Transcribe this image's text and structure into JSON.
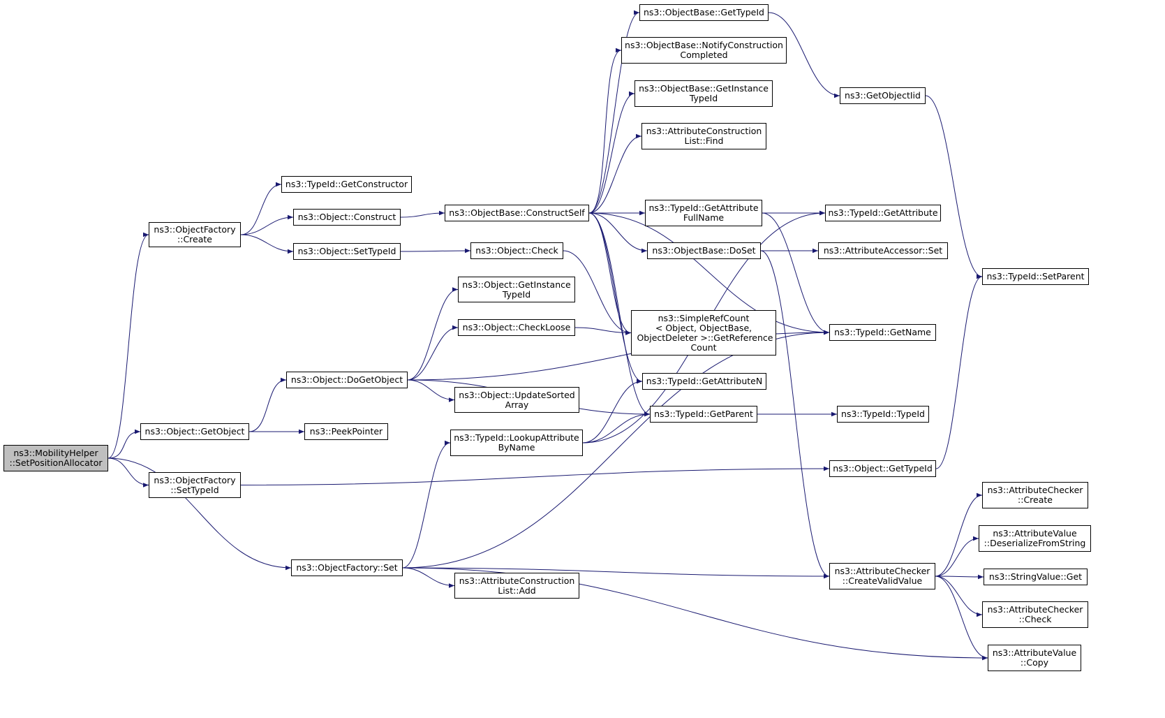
{
  "nodes": {
    "set_position_allocator": "ns3::MobilityHelper\n::SetPositionAllocator",
    "object_factory_create": "ns3::ObjectFactory\n::Create",
    "object_get_object": "ns3::Object::GetObject",
    "object_factory_set_type_id": "ns3::ObjectFactory\n::SetTypeId",
    "object_factory_set": "ns3::ObjectFactory::Set",
    "type_id_get_constructor": "ns3::TypeId::GetConstructor",
    "object_construct": "ns3::Object::Construct",
    "object_set_type_id": "ns3::Object::SetTypeId",
    "object_do_get_object": "ns3::Object::DoGetObject",
    "peek_pointer": "ns3::PeekPointer",
    "object_base_construct_self": "ns3::ObjectBase::ConstructSelf",
    "object_check": "ns3::Object::Check",
    "object_get_instance_type_id": "ns3::Object::GetInstance\nTypeId",
    "object_check_loose": "ns3::Object::CheckLoose",
    "object_update_sorted_array": "ns3::Object::UpdateSorted\nArray",
    "type_id_lookup_attribute_by_name": "ns3::TypeId::LookupAttribute\nByName",
    "attribute_construction_list_add": "ns3::AttributeConstruction\nList::Add",
    "object_base_get_type_id": "ns3::ObjectBase::GetTypeId",
    "object_base_notify_construction_completed": "ns3::ObjectBase::NotifyConstruction\nCompleted",
    "object_base_get_instance_type_id": "ns3::ObjectBase::GetInstance\nTypeId",
    "attribute_construction_list_find": "ns3::AttributeConstruction\nList::Find",
    "type_id_get_attribute_full_name": "ns3::TypeId::GetAttribute\nFullName",
    "object_base_do_set": "ns3::ObjectBase::DoSet",
    "simple_ref_count_get_reference_count": "ns3::SimpleRefCount\n< Object, ObjectBase,\n ObjectDeleter >::GetReference\nCount",
    "type_id_get_attribute_n": "ns3::TypeId::GetAttributeN",
    "type_id_get_parent": "ns3::TypeId::GetParent",
    "get_object_iid": "ns3::GetObjectIid",
    "type_id_get_attribute": "ns3::TypeId::GetAttribute",
    "attribute_accessor_set": "ns3::AttributeAccessor::Set",
    "type_id_get_name": "ns3::TypeId::GetName",
    "type_id_type_id": "ns3::TypeId::TypeId",
    "object_get_type_id": "ns3::Object::GetTypeId",
    "attribute_checker_create_valid_value": "ns3::AttributeChecker\n::CreateValidValue",
    "type_id_set_parent": "ns3::TypeId::SetParent",
    "attribute_checker_create": "ns3::AttributeChecker\n::Create",
    "attribute_value_deserialize_from_string": "ns3::AttributeValue\n::DeserializeFromString",
    "string_value_get": "ns3::StringValue::Get",
    "attribute_checker_check": "ns3::AttributeChecker\n::Check",
    "attribute_value_copy": "ns3::AttributeValue\n::Copy"
  },
  "edges": [
    [
      "set_position_allocator",
      "object_factory_create"
    ],
    [
      "set_position_allocator",
      "object_get_object"
    ],
    [
      "set_position_allocator",
      "object_factory_set_type_id"
    ],
    [
      "set_position_allocator",
      "object_factory_set"
    ],
    [
      "object_factory_create",
      "type_id_get_constructor"
    ],
    [
      "object_factory_create",
      "object_construct"
    ],
    [
      "object_factory_create",
      "object_set_type_id"
    ],
    [
      "object_get_object",
      "object_do_get_object"
    ],
    [
      "object_get_object",
      "peek_pointer"
    ],
    [
      "object_factory_set_type_id",
      "object_get_type_id"
    ],
    [
      "object_factory_set",
      "type_id_lookup_attribute_by_name"
    ],
    [
      "object_factory_set",
      "attribute_construction_list_add"
    ],
    [
      "object_factory_set",
      "attribute_checker_create_valid_value"
    ],
    [
      "object_factory_set",
      "attribute_value_copy"
    ],
    [
      "object_factory_set",
      "type_id_get_name"
    ],
    [
      "object_construct",
      "object_base_construct_self"
    ],
    [
      "object_set_type_id",
      "object_check"
    ],
    [
      "object_check",
      "simple_ref_count_get_reference_count"
    ],
    [
      "object_do_get_object",
      "object_get_instance_type_id"
    ],
    [
      "object_do_get_object",
      "object_check_loose"
    ],
    [
      "object_do_get_object",
      "object_update_sorted_array"
    ],
    [
      "object_do_get_object",
      "type_id_get_parent"
    ],
    [
      "object_do_get_object",
      "type_id_get_name"
    ],
    [
      "object_check_loose",
      "simple_ref_count_get_reference_count"
    ],
    [
      "type_id_lookup_attribute_by_name",
      "type_id_get_attribute_n"
    ],
    [
      "type_id_lookup_attribute_by_name",
      "type_id_get_parent"
    ],
    [
      "type_id_lookup_attribute_by_name",
      "type_id_get_attribute"
    ],
    [
      "object_base_construct_self",
      "object_base_get_type_id"
    ],
    [
      "object_base_construct_self",
      "object_base_notify_construction_completed"
    ],
    [
      "object_base_construct_self",
      "object_base_get_instance_type_id"
    ],
    [
      "object_base_construct_self",
      "attribute_construction_list_find"
    ],
    [
      "object_base_construct_self",
      "type_id_get_attribute"
    ],
    [
      "object_base_construct_self",
      "type_id_get_attribute_full_name"
    ],
    [
      "object_base_construct_self",
      "object_base_do_set"
    ],
    [
      "object_base_construct_self",
      "type_id_get_name"
    ],
    [
      "object_base_construct_self",
      "simple_ref_count_get_reference_count"
    ],
    [
      "object_base_construct_self",
      "type_id_get_attribute_n"
    ],
    [
      "object_base_construct_self",
      "type_id_get_parent"
    ],
    [
      "object_base_get_type_id",
      "get_object_iid"
    ],
    [
      "get_object_iid",
      "type_id_set_parent"
    ],
    [
      "type_id_get_attribute_full_name",
      "type_id_get_attribute"
    ],
    [
      "type_id_get_attribute_full_name",
      "type_id_get_name"
    ],
    [
      "object_base_do_set",
      "attribute_accessor_set"
    ],
    [
      "object_base_do_set",
      "attribute_checker_create_valid_value"
    ],
    [
      "type_id_get_parent",
      "type_id_type_id"
    ],
    [
      "object_get_type_id",
      "type_id_set_parent"
    ],
    [
      "attribute_checker_create_valid_value",
      "attribute_checker_create"
    ],
    [
      "attribute_checker_create_valid_value",
      "attribute_value_deserialize_from_string"
    ],
    [
      "attribute_checker_create_valid_value",
      "string_value_get"
    ],
    [
      "attribute_checker_create_valid_value",
      "attribute_checker_check"
    ],
    [
      "attribute_checker_create_valid_value",
      "attribute_value_copy"
    ]
  ],
  "colors": {
    "edge": "#191970",
    "root_fill": "#bfbfbf",
    "node_border": "#000000"
  }
}
